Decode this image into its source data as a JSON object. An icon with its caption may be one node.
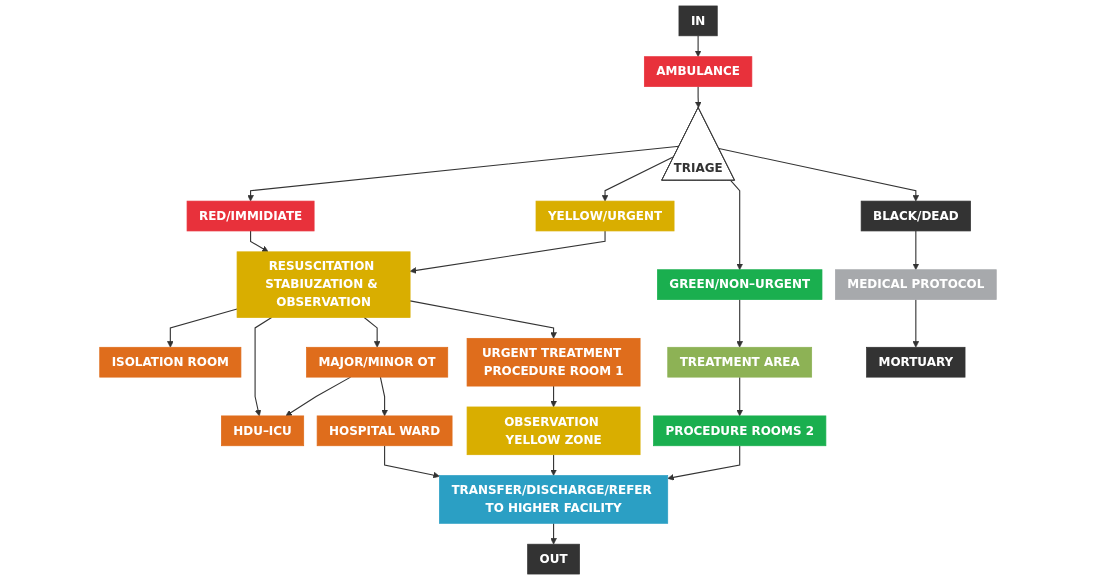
{
  "diagram": {
    "nodes": [
      {
        "text": [
          "IN"
        ]
      },
      {
        "text": [
          "AMBULANCE"
        ]
      },
      {
        "text": [
          "OUT"
        ]
      },
      {
        "text": [
          "TRIAGE"
        ]
      },
      {
        "text": [
          "RED/IMMIDIATE"
        ]
      },
      {
        "text": [
          "YELLOW/URGENT"
        ]
      },
      {
        "text": [
          "GREEN/NON–URGENT"
        ]
      },
      {
        "text": [
          "BLACK/DEAD"
        ]
      },
      {
        "text": [
          "RESUSCITATION STABIUZATION & OBSERVATION"
        ]
      },
      {
        "text": [
          "TREATMENT AREA"
        ]
      },
      {
        "text": [
          "MEDICAL PROTOCOL"
        ]
      },
      {
        "text": [
          "ISOLATION ROOM"
        ]
      },
      {
        "text": [
          "MAJOR/MINOR OT"
        ]
      },
      {
        "text": [
          "URGENT TREATMENT PROCEDURE ROOM 1"
        ]
      },
      {
        "text": [
          "PROCEDURE ROOMS 2"
        ]
      },
      {
        "text": [
          "MORTUARY"
        ]
      },
      {
        "text": [
          "HDU–ICU"
        ]
      },
      {
        "text": [
          "HOSPITAL WARD"
        ]
      },
      {
        "text": [
          "OBSERVATION YELLOW ZONE"
        ]
      },
      {
        "text": [
          "TRANSFER/DISCHARGE/REFER TO HIGHER FACILITY"
        ]
      }
    ],
    "edges": [
      {
        "from": 0,
        "to": 1,
        "arrow": "to"
      },
      {
        "from": 1,
        "to": 3,
        "arrow": "to"
      },
      {
        "from": 3,
        "to": 4,
        "arrow": "to"
      },
      {
        "from": 3,
        "to": 5,
        "arrow": "to"
      },
      {
        "from": 3,
        "to": 6,
        "arrow": "to"
      },
      {
        "from": 3,
        "to": 7,
        "arrow": "to"
      },
      {
        "from": 4,
        "to": 8,
        "arrow": "to"
      },
      {
        "from": 5,
        "to": 8,
        "arrow": "to"
      },
      {
        "from": 6,
        "to": 9,
        "arrow": "to"
      },
      {
        "from": 7,
        "to": 10,
        "arrow": "to"
      },
      {
        "from": 8,
        "to": 11,
        "arrow": "to"
      },
      {
        "from": 8,
        "to": 16,
        "arrow": "to"
      },
      {
        "from": 8,
        "to": 12,
        "arrow": "to"
      },
      {
        "from": 8,
        "to": 13,
        "arrow": "to"
      },
      {
        "from": 9,
        "to": 14,
        "arrow": "to"
      },
      {
        "from": 10,
        "to": 15,
        "arrow": "to"
      },
      {
        "from": 12,
        "to": 16,
        "arrow": "to"
      },
      {
        "from": 12,
        "to": 17,
        "arrow": "to"
      },
      {
        "from": 13,
        "to": 18,
        "arrow": "to"
      },
      {
        "from": 17,
        "to": 19,
        "arrow": "to"
      },
      {
        "from": 18,
        "to": 19,
        "arrow": "to"
      },
      {
        "from": 14,
        "to": 19,
        "arrow": "to"
      },
      {
        "from": 19,
        "to": 2,
        "arrow": "to"
      }
    ]
  }
}
